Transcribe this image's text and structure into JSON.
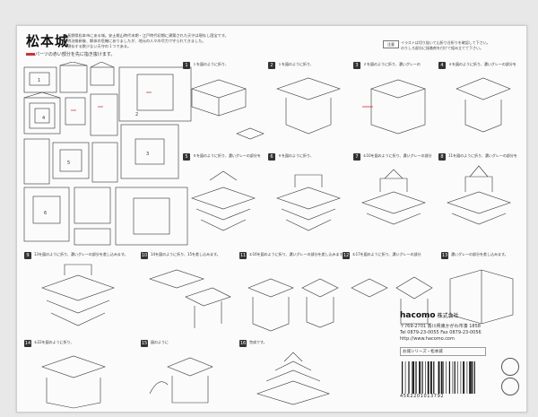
{
  "title": "松本城",
  "intro_lines": [
    "長野県松本市にある城。安土桃山時代末期・江戸時代初期に建築された天守は現存し国宝です。",
    "明治維新後、解体の危機にありましたが、地元の人々の尽力で守られてきました。",
    "現存する数少ない天守の１つである。"
  ],
  "parts_note": "パーツの赤い部分を先に指き抜けます。",
  "caution_label": "注意",
  "caution_lines": [
    "イラストは切り抜いて山折り谷折りを確認して下さい。",
    "のりしろ部分に接着剤を付けて組み立てて下さい。"
  ],
  "steps": [
    {
      "num": "1",
      "text": "１を図のように折り、"
    },
    {
      "num": "2",
      "text": "１を図のように折り、"
    },
    {
      "num": "3",
      "text": "２を図のように折り、濃いグレーの"
    },
    {
      "num": "4",
      "text": "４を図のように折り、濃いグレーの部分を"
    },
    {
      "num": "5",
      "text": "５を図のように折り、濃いグレーの部分を"
    },
    {
      "num": "6",
      "text": "９を図のように折り、"
    },
    {
      "num": "7",
      "text": "①10を図のように折り、濃いグレーの部分"
    },
    {
      "num": "8",
      "text": "11を図のように折り、濃いグレーの部分を"
    },
    {
      "num": "9",
      "text": "13を図のように折り、濃いグレーの部分を差し込みます。"
    },
    {
      "num": "10",
      "text": "14を図のように折り、15を差し込みます。"
    },
    {
      "num": "11",
      "text": "①16を図のように折り、濃いグレーの部分を差し込みます。"
    },
    {
      "num": "12",
      "text": "①17を図のように折り、濃いグレーの部分"
    },
    {
      "num": "13",
      "text": "濃いグレーの部分を差し込みます。"
    },
    {
      "num": "14",
      "text": "①22を図のように折り、"
    },
    {
      "num": "15",
      "text": "図のように"
    },
    {
      "num": "16",
      "text": "完成です。"
    }
  ],
  "brand": {
    "name": "hacomo",
    "suffix": "株式会社"
  },
  "address": [
    "〒769-2701 香川県東かがわ市湊 1858",
    "Tel 0879-23-0055  Fax 0879-23-0056",
    "http://www.hacomo.com"
  ],
  "series": "お城シリーズ・松本城",
  "barcode_number": "4562201013792"
}
